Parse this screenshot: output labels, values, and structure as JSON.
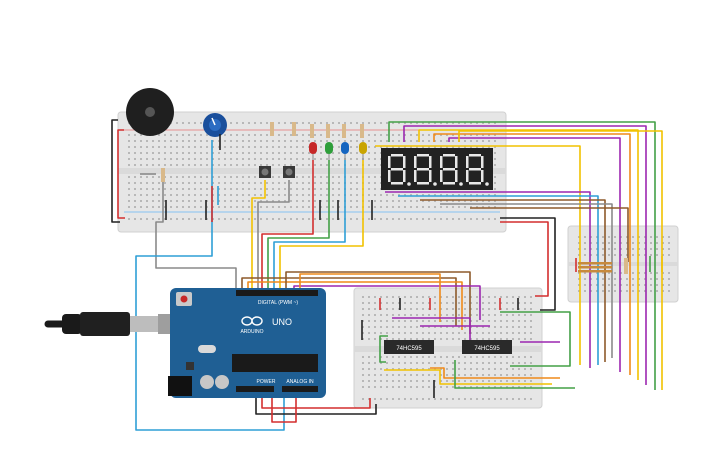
{
  "canvas": {
    "background": "#ffffff"
  },
  "arduino": {
    "brand": "ARDUINO",
    "model": "UNO",
    "header_digital": "DIGITAL (PWM ~)",
    "header_power": "POWER",
    "header_analog": "ANALOG IN",
    "board_color": "#1f5f94"
  },
  "shift_registers": [
    {
      "label": "74HC595"
    },
    {
      "label": "74HC595"
    }
  ],
  "display": {
    "digits": 4,
    "digit_text": "8.",
    "color": "#222222",
    "segment_color": "#e8e8e8"
  },
  "leds": [
    {
      "name": "led-red",
      "color": "#c62828"
    },
    {
      "name": "led-green",
      "color": "#2e9e3a"
    },
    {
      "name": "led-blue",
      "color": "#1565c0"
    },
    {
      "name": "led-yellow",
      "color": "#c9a400"
    }
  ],
  "wire_colors": {
    "red": "#d32f2f",
    "black": "#222222",
    "green": "#43a047",
    "yellow": "#f2c200",
    "purple": "#9c27b0",
    "orange": "#ef8a1a",
    "brown": "#8d5a2b",
    "blue": "#2f9fd6",
    "gray": "#8a8a8a",
    "white": "#ffffff",
    "pink": "#e0479e"
  }
}
